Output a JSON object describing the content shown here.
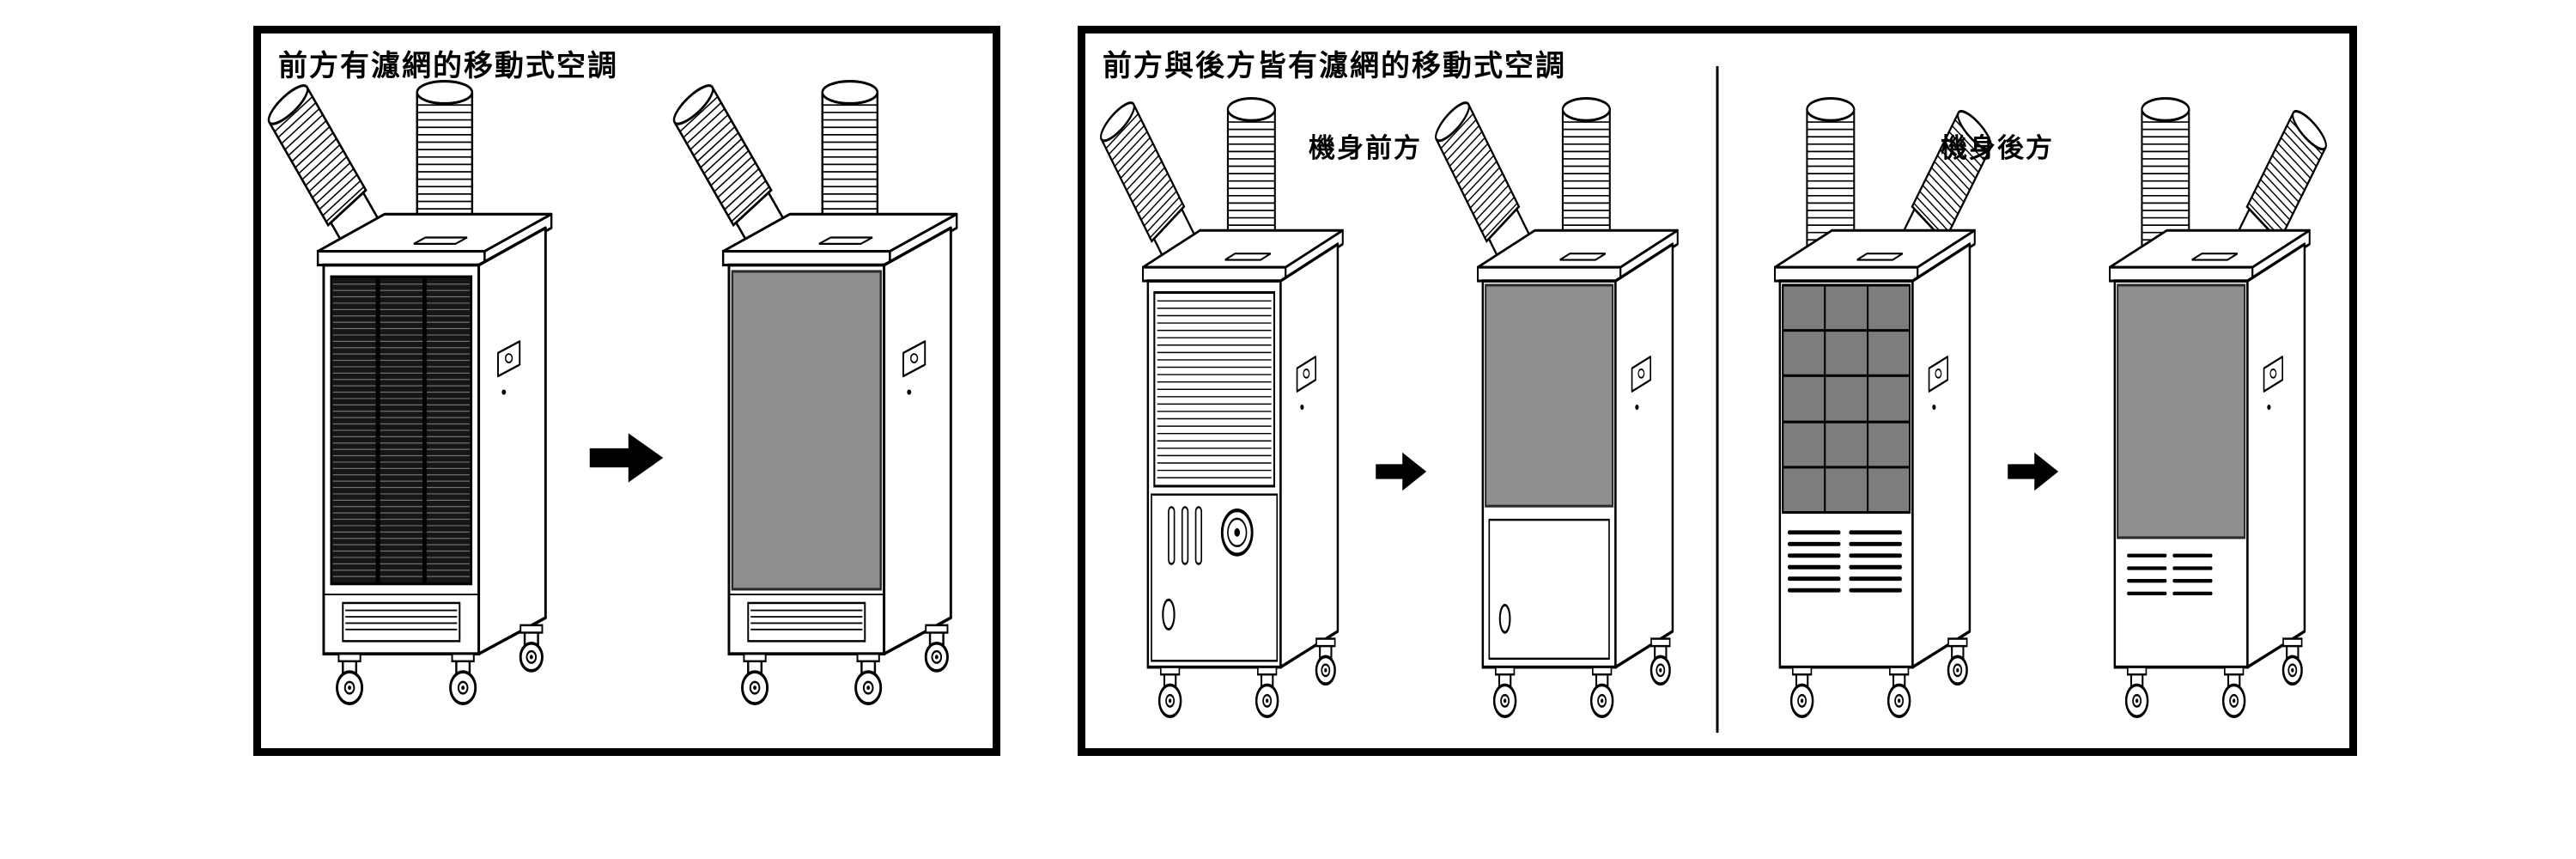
{
  "left_panel": {
    "title": "前方有濾網的移動式空調"
  },
  "right_panel": {
    "title": "前方與後方皆有濾網的移動式空調",
    "sections": [
      {
        "label": "機身前方"
      },
      {
        "label": "機身後方"
      }
    ]
  },
  "icons": {
    "arrow-right-icon": "➡"
  },
  "colors": {
    "background": "#ffffff",
    "panel_border": "#000000",
    "line": "#000000",
    "arrow": "#000000",
    "filter_cover_gray": "#8f8f8f",
    "grille_dark": "#161616",
    "rear_panel_gray": "#7d7d7d"
  }
}
